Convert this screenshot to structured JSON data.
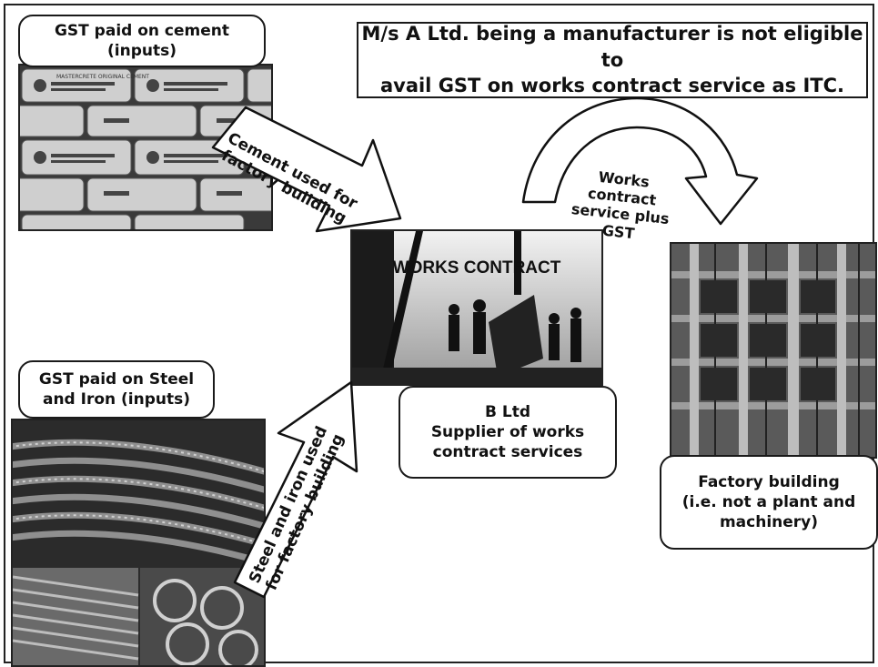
{
  "cement_box": {
    "line1": "GST paid on cement",
    "line2": "(inputs)"
  },
  "steel_box": {
    "line1": "GST paid on Steel",
    "line2": "and Iron (inputs)"
  },
  "notice": {
    "line1": "M/s A Ltd. being a manufacturer is not eligible to",
    "line2": "avail GST on works contract service as ITC."
  },
  "arrow_cement": {
    "line1": "Cement used for",
    "line2": "factory building"
  },
  "arrow_steel": {
    "line1": "Steel and iron used",
    "line2": "for factory building"
  },
  "curved_arrow": {
    "line1": "Works",
    "line2": "contract",
    "line3": "service plus",
    "line4": "GST"
  },
  "works_photo": {
    "title": "WORKS CONTRACT"
  },
  "b_ltd_box": {
    "line1": "B Ltd",
    "line2": "Supplier of works",
    "line3": "contract services"
  },
  "factory_box": {
    "line1": "Factory building",
    "line2": "(i.e. not a plant and",
    "line3": "machinery)"
  },
  "cement_bag": {
    "brand": "MASTERCRETE ORIGINAL CEMENT"
  },
  "colors": {
    "ink": "#111111",
    "paper": "#ffffff",
    "photo_dark": "#2a2a2a",
    "photo_light": "#d9d9d9"
  }
}
